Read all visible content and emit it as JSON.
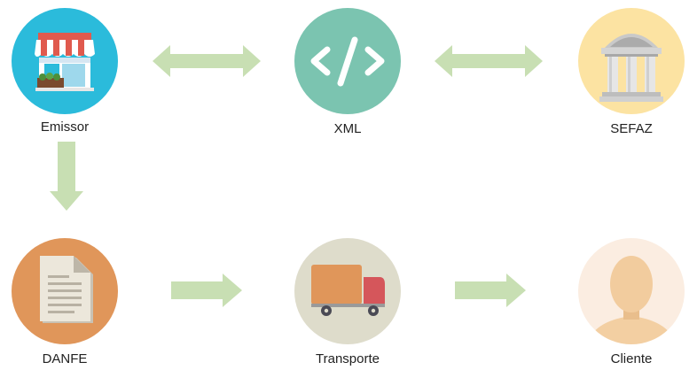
{
  "nodes": {
    "emissor": {
      "label": "Emissor",
      "icon": "store-icon",
      "bg": "#2BBBDB"
    },
    "xml": {
      "label": "XML",
      "icon": "code-icon",
      "bg": "#7BC4B0"
    },
    "sefaz": {
      "label": "SEFAZ",
      "icon": "government-building-icon",
      "bg": "#FCE3A2"
    },
    "danfe": {
      "label": "DANFE",
      "icon": "document-icon",
      "bg": "#E0965A"
    },
    "transporte": {
      "label": "Transporte",
      "icon": "truck-icon",
      "bg": "#DEDCCB"
    },
    "cliente": {
      "label": "Cliente",
      "icon": "person-icon",
      "bg": "#FBEDE1"
    }
  },
  "edges": [
    {
      "from": "emissor",
      "to": "xml",
      "direction": "bidirectional"
    },
    {
      "from": "xml",
      "to": "sefaz",
      "direction": "bidirectional"
    },
    {
      "from": "emissor",
      "to": "danfe",
      "direction": "forward"
    },
    {
      "from": "danfe",
      "to": "transporte",
      "direction": "forward"
    },
    {
      "from": "transporte",
      "to": "cliente",
      "direction": "forward"
    }
  ],
  "colors": {
    "arrow": "#C8DFB3",
    "label_text": "#222222"
  }
}
